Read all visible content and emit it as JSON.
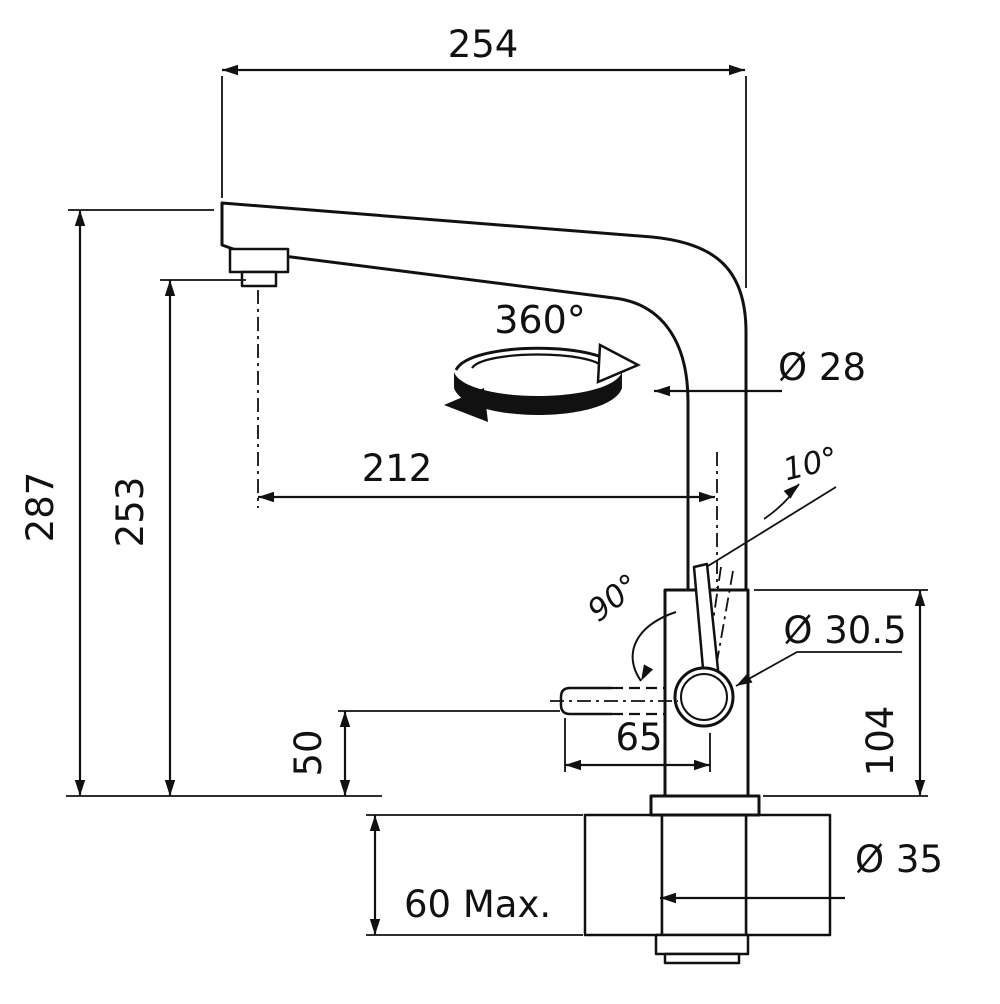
{
  "drawing": {
    "background": "#ffffff",
    "line_color": "#111111",
    "dimensions": {
      "width_254": "254",
      "height_287": "287",
      "height_253": "253",
      "reach_212": "212",
      "swivel_360": "360°",
      "dia_28": "Ø 28",
      "tilt_10": "10°",
      "swing_90": "90°",
      "dia_30_5": "Ø 30.5",
      "offset_65": "65",
      "height_104": "104",
      "height_50": "50",
      "counter_60": "60 Max.",
      "dia_35": "Ø 35"
    }
  }
}
